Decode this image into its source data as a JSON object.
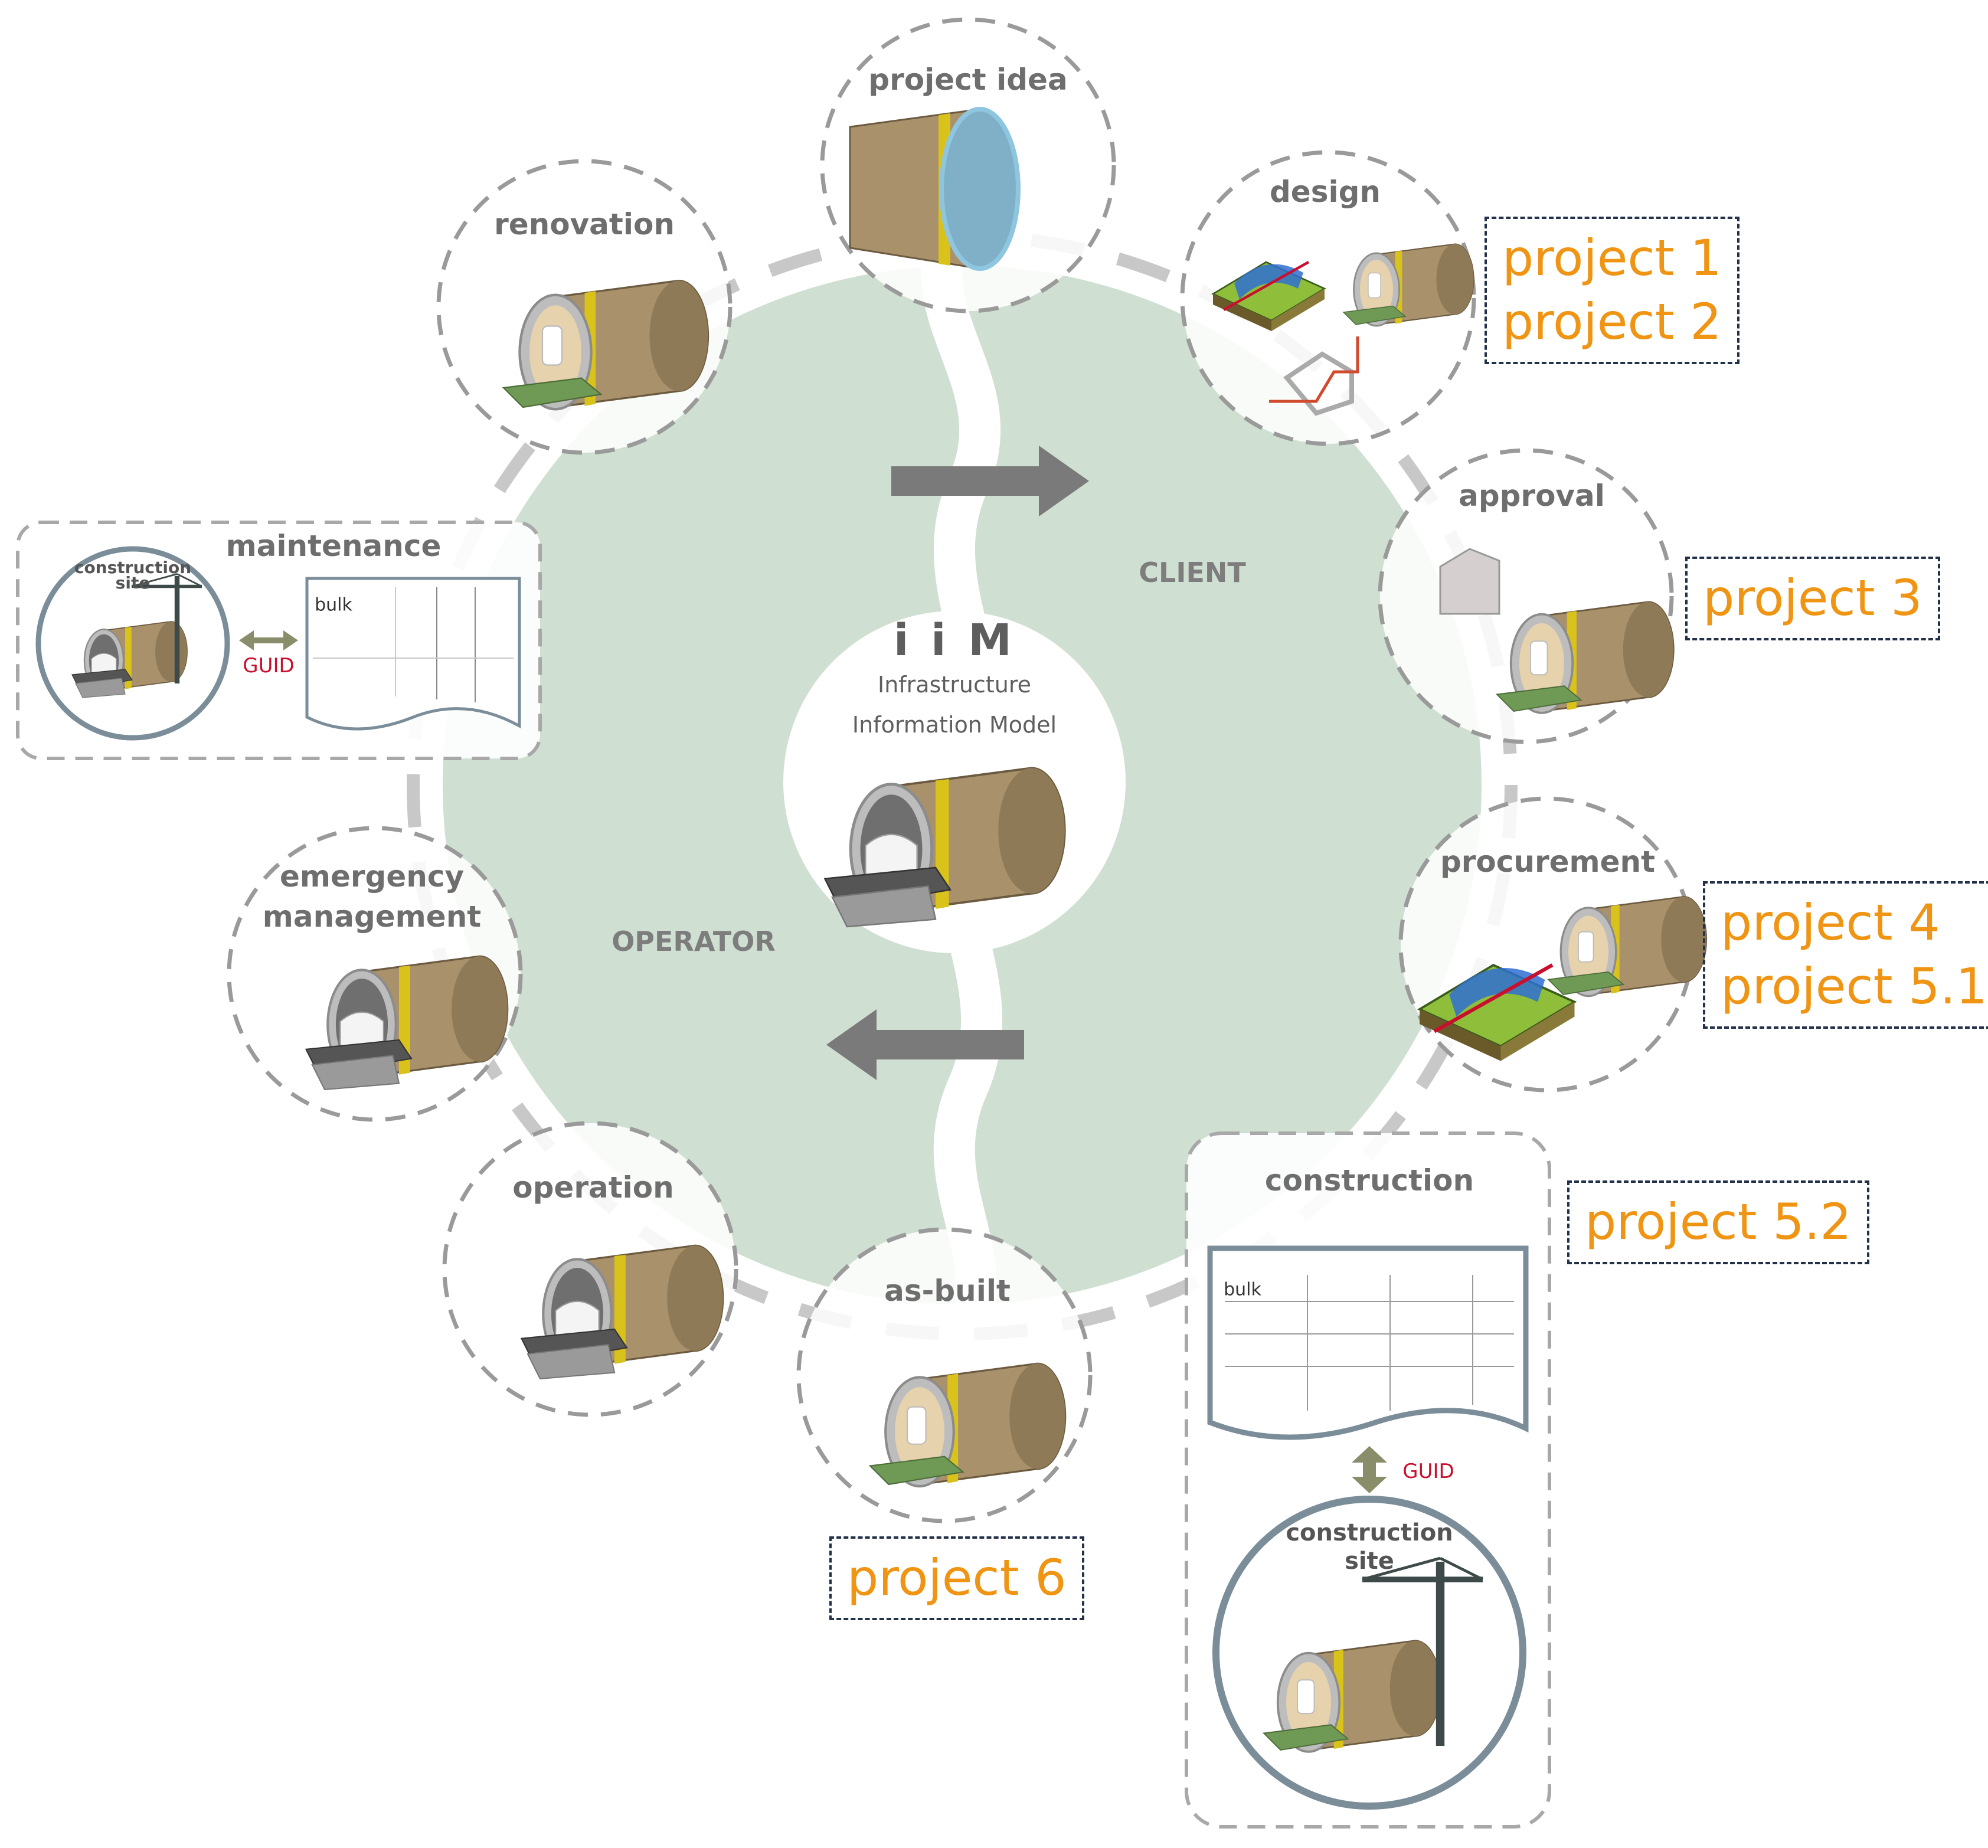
{
  "center": {
    "title": "i i M",
    "subtitle_line1": "Infrastructure",
    "subtitle_line2": "Information Model"
  },
  "roles": {
    "client": "CLIENT",
    "operator": "OPERATOR"
  },
  "phases": {
    "project_idea": "project idea",
    "design": "design",
    "approval": "approval",
    "procurement": "procurement",
    "construction": "construction",
    "as_built": "as-built",
    "operation": "operation",
    "emergency_line1": "emergency",
    "emergency_line2": "management",
    "maintenance": "maintenance",
    "renovation": "renovation"
  },
  "projects": {
    "design": [
      "project 1",
      "project 2"
    ],
    "approval": [
      "project 3"
    ],
    "procurement": [
      "project 4",
      "project 5.1"
    ],
    "construction": [
      "project 5.2"
    ],
    "as_built": [
      "project 6"
    ]
  },
  "construction_detail": {
    "table_label": "bulk",
    "link_label": "GUID",
    "site_line1": "construction",
    "site_line2": "site"
  },
  "maintenance_detail": {
    "table_label": "bulk",
    "link_label": "GUID",
    "site_line1": "construction",
    "site_line2": "site"
  },
  "colors": {
    "ring_fill": "#cfe0d2",
    "dashed_ring": "#c8c8c8",
    "circle_border": "#9a9a9a",
    "arrow": "#7a7a7a",
    "project_text": "#ef9413",
    "project_border": "#23304a",
    "guid_text": "#c8102e",
    "tunnel_body": "#a8916b",
    "tunnel_band": "#d9c21a"
  },
  "icons": [
    "tunnel-model-icon",
    "terrain-model-icon",
    "crane-icon",
    "table-document-icon",
    "double-arrow-icon"
  ]
}
